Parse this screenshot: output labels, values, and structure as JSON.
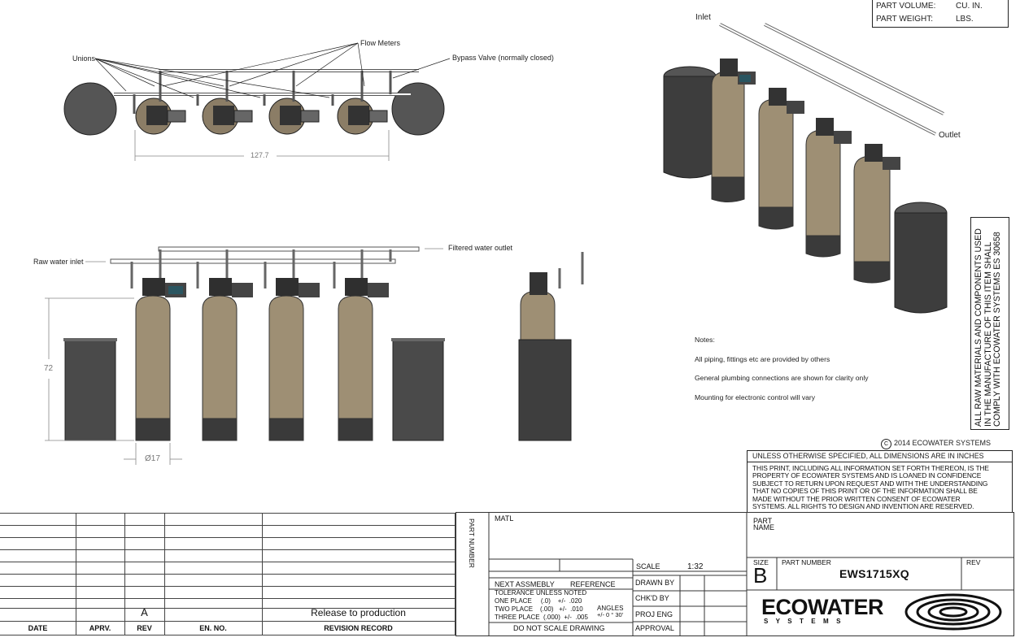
{
  "top_view": {
    "label_unions": "Unions",
    "label_flow_meters": "Flow Meters",
    "label_bypass": "Bypass Valve (normally closed)",
    "dimension_width": "127.7"
  },
  "front_view": {
    "label_inlet": "Raw water inlet",
    "label_outlet": "Filtered water outlet",
    "dimension_height": "72",
    "dimension_diameter": "Ø17"
  },
  "iso_view": {
    "label_inlet": "Inlet",
    "label_outlet": "Outlet"
  },
  "part_info": {
    "volume_label": "PART VOLUME:",
    "volume_unit": "CU. IN.",
    "weight_label": "PART WEIGHT:",
    "weight_unit": "LBS."
  },
  "compliance_note": [
    "ALL RAW MATERIALS AND COMPONENTS USED",
    "IN THE MANUFACTURE OF THIS ITEM SHALL",
    "COMPLY WITH ECOWATER SYSTEMS ES 30658"
  ],
  "notes": {
    "title": "Notes:",
    "items": [
      "All piping, fittings etc are provided by others",
      "General plumbing connections are shown for clarity only",
      "Mounting for electronic control will vary"
    ]
  },
  "copyright": "2014 ECOWATER SYSTEMS",
  "title_block": {
    "dimensions_note": "UNLESS OTHERWISE SPECIFIED, ALL DIMENSIONS ARE IN INCHES",
    "legal_text": [
      "THIS PRINT, INCLUDING ALL INFORMATION SET FORTH THEREON, IS THE",
      "PROPERTY OF ECOWATER SYSTEMS AND IS LOANED IN CONFIDENCE",
      "SUBJECT TO RETURN UPON REQUEST AND WITH THE UNDERSTANDING",
      "THAT NO COPIES OF THIS PRINT OR OF THE INFORMATION SHALL BE",
      "MADE WITHOUT THE PRIOR WRITTEN CONSENT OF ECOWATER",
      "SYSTEMS. ALL RIGHTS TO DESIGN AND INVENTION ARE RESERVED."
    ],
    "part_name_label_1": "PART",
    "part_name_label_2": "NAME",
    "matl_label": "MATL",
    "part_number_vertical": "PART NUMBER",
    "scale_label": "SCALE",
    "scale_value": "1:32",
    "size_label": "SIZE",
    "size_value": "B",
    "part_number_label": "PART NUMBER",
    "part_number_value": "EWS1715XQ",
    "rev_label": "REV",
    "next_assembly": "NEXT ASSMEBLY",
    "reference": "REFERENCE",
    "drawn_by": "DRAWN BY",
    "checked_by": "CHK'D BY",
    "proj_eng": "PROJ ENG",
    "approval": "APPROVAL",
    "tolerance_title": "TOLERANCE UNLESS NOTED",
    "tol_one": "ONE PLACE     (.0)    +/-  .020",
    "tol_two": "TWO PLACE    (.00)   +/-  .010",
    "tol_three": "THREE PLACE  (.000)  +/-  .005",
    "angles_label": "ANGLES",
    "angles_value": "+/- 0 ° 30'",
    "do_not_scale": "DO NOT SCALE DRAWING",
    "logo_word": "ECOWATER",
    "logo_sub": "S Y S T E M S"
  },
  "revision_block": {
    "rev_value": "A",
    "record_value": "Release to production",
    "col_date": "DATE",
    "col_apprv": "APRV.",
    "col_rev": "REV",
    "col_en": "EN. NO.",
    "col_record": "REVISION RECORD"
  }
}
